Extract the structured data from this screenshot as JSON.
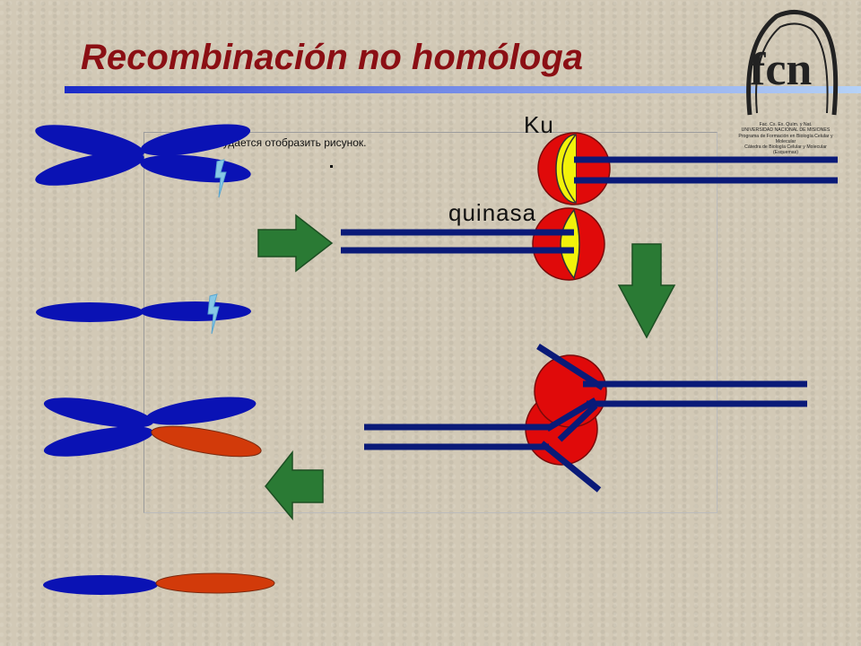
{
  "slide": {
    "title": "Recombinación no homóloga",
    "broken_image_text": "Не удается отобразить рисунок.",
    "labels": {
      "ku": "Ku",
      "quinasa": "quinasa"
    }
  },
  "logo": {
    "letters": "fcn",
    "lines": [
      "Fac. Cs. Ex. Quím. y Nat.",
      "UNIVERSIDAD NACIONAL DE MISIONES",
      "Programa de Formación en Biología Celular y",
      "Molecular",
      "Cátedra de Biología Celular y Molecular",
      "(Esquemas)"
    ]
  },
  "colors": {
    "title": "#8b0f14",
    "chromosome_blue": "#0a12b4",
    "chromosome_orange": "#d23a0a",
    "dna_strand": "#0a1a78",
    "protein_red": "#e00a0a",
    "protein_yellow": "#f2f20a",
    "arrow_green": "#2a7a34",
    "break_marker": "#87c8e6"
  },
  "icons": {
    "arrow_right": "green-right-arrow",
    "arrow_down": "green-down-arrow",
    "arrow_left": "green-left-arrow",
    "break_marker": "lightning-break-icon"
  }
}
